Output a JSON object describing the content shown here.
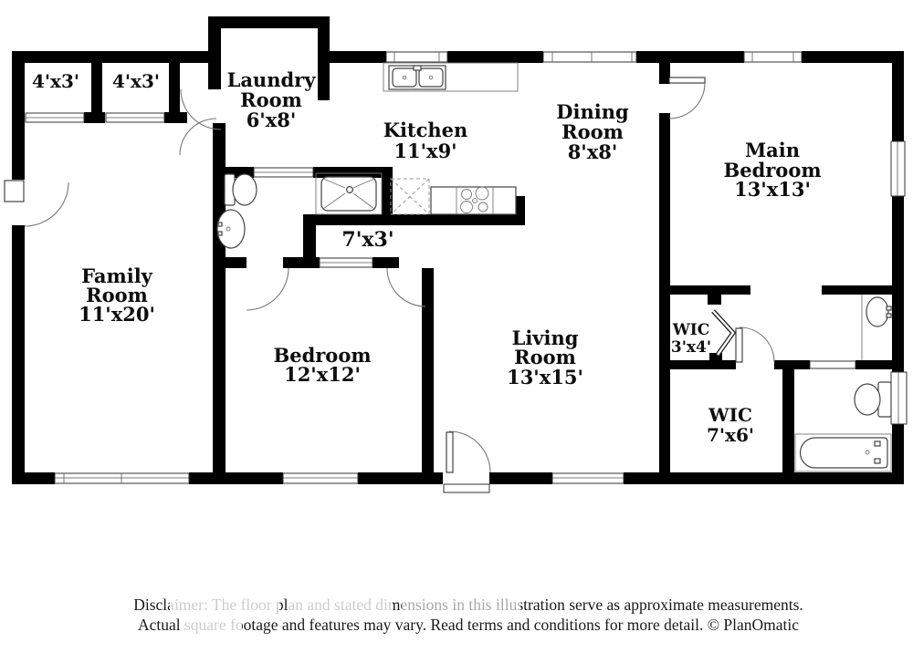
{
  "page": {
    "background": "#ffffff",
    "wall_color": "#000000"
  },
  "plan": {
    "rooms": [
      {
        "id": "closet-1",
        "line1": "4'x3'"
      },
      {
        "id": "closet-2",
        "line1": "4'x3'"
      },
      {
        "id": "laundry-room",
        "line1": "Laundry",
        "line2": "Room",
        "line3": "6'x8'"
      },
      {
        "id": "kitchen",
        "line1": "Kitchen",
        "line2": "11'x9'"
      },
      {
        "id": "dining-room",
        "line1": "Dining",
        "line2": "Room",
        "line3": "8'x8'"
      },
      {
        "id": "main-bedroom",
        "line1": "Main",
        "line2": "Bedroom",
        "line3": "13'x13'"
      },
      {
        "id": "family-room",
        "line1": "Family",
        "line2": "Room",
        "line3": "11'x20'"
      },
      {
        "id": "hall-closet",
        "line1": "7'x3'"
      },
      {
        "id": "bedroom",
        "line1": "Bedroom",
        "line2": "12'x12'"
      },
      {
        "id": "living-room",
        "line1": "Living",
        "line2": "Room",
        "line3": "13'x15'"
      },
      {
        "id": "wic-small",
        "line1": "WIC",
        "line2": "3'x4'"
      },
      {
        "id": "wic-large",
        "line1": "WIC",
        "line2": "7'x6'"
      }
    ],
    "fixtures": {
      "kitchen_sink": "double-kitchen-sink-icon",
      "cooktop": "four-burner-cooktop-icon",
      "shower": "shower-stall-icon",
      "pantry": "dashed-cabinet-icon",
      "half_bath_toilet": "toilet-icon",
      "half_bath_sink": "pedestal-sink-icon",
      "main_bath_vanity_sink": "vanity-sink-icon",
      "main_bath_toilet": "toilet-icon",
      "main_bath_tub": "bathtub-icon"
    }
  },
  "footer": {
    "line1": "Disclaimer: The floor plan and stated dimensions in this illustration serve as approximate measurements.",
    "line2": "Actual square footage and features may vary. Read terms and conditions for more detail. © PlanOmatic"
  }
}
